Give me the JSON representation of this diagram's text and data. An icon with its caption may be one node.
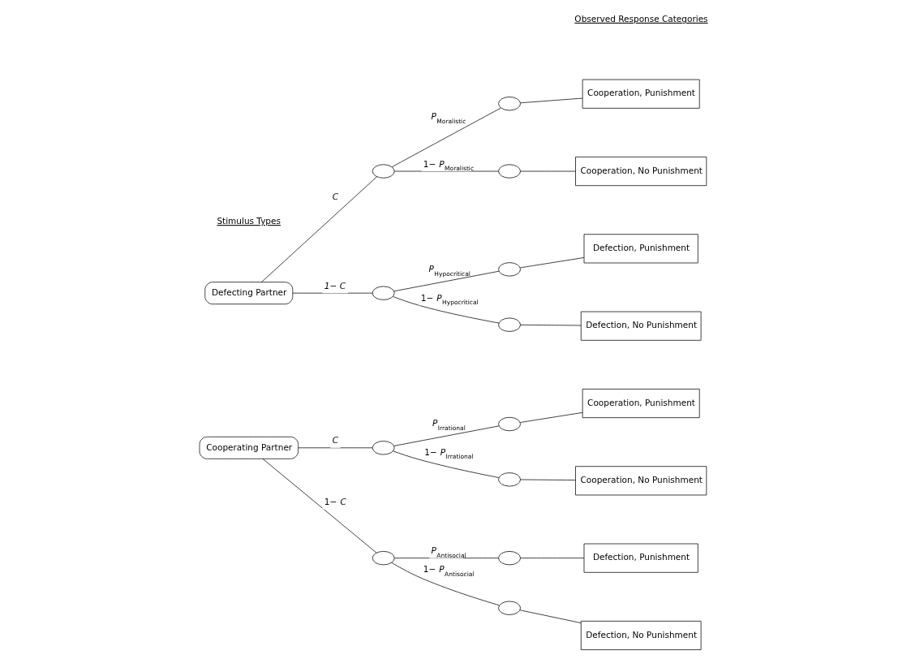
{
  "diagram": {
    "nodes": [
      {
        "text": [
          "Defecting Partner"
        ]
      },
      {
        "text": [],
        "shape": "ellipse"
      },
      {
        "text": [],
        "shape": "ellipse"
      },
      {
        "text": [
          "Cooperating Partner"
        ]
      },
      {
        "text": [],
        "shape": "ellipse"
      },
      {
        "text": [],
        "shape": "ellipse"
      },
      {
        "text": [],
        "shape": "ellipse"
      },
      {
        "text": [],
        "shape": "ellipse"
      },
      {
        "text": [],
        "shape": "ellipse"
      },
      {
        "text": [],
        "shape": "ellipse"
      },
      {
        "text": [],
        "shape": "ellipse"
      },
      {
        "text": [],
        "shape": "ellipse"
      },
      {
        "text": [],
        "shape": "ellipse"
      },
      {
        "text": [],
        "shape": "ellipse"
      },
      {
        "text": [
          "Cooperation, Punishment"
        ]
      },
      {
        "text": [
          "Cooperation, No Punishment"
        ]
      },
      {
        "text": [
          "Defection, Punishment"
        ]
      },
      {
        "text": [
          "Defection, No Punishment"
        ]
      },
      {
        "text": [
          "Cooperation, Punishment"
        ]
      },
      {
        "text": [
          "Cooperation, No Punishment"
        ]
      },
      {
        "text": [
          "Defection, Punishment"
        ]
      },
      {
        "text": [
          "Defection, No Punishment"
        ]
      }
    ],
    "edges": [
      {
        "from": 0,
        "to": 1,
        "arrow": "none",
        "label": "*C*"
      },
      {
        "from": 0,
        "to": 2,
        "arrow": "none",
        "label": "*1− C*"
      },
      {
        "from": 3,
        "to": 4,
        "arrow": "none",
        "label": "*C*"
      },
      {
        "from": 3,
        "to": 5,
        "arrow": "none",
        "label": "1− *C*"
      },
      {
        "from": 1,
        "to": 6,
        "arrow": "none",
        "label": "*P*$_{Moralistic}$"
      },
      {
        "from": 1,
        "to": 7,
        "arrow": "none",
        "label": "1− *P*$_{Moralistic}$"
      },
      {
        "from": 2,
        "to": 8,
        "arrow": "none",
        "label": "*P*$_{Hypocritical}$"
      },
      {
        "from": 2,
        "to": 9,
        "arrow": "none",
        "label": "1− *P*$_{Hypocritical}$"
      },
      {
        "from": 4,
        "to": 10,
        "arrow": "none",
        "label": "*P*$_{Irrational}$"
      },
      {
        "from": 4,
        "to": 11,
        "arrow": "none",
        "label": "1− *P*$_{Irrational}$"
      },
      {
        "from": 5,
        "to": 12,
        "arrow": "none",
        "label": "*P*$_{Antisocial}$"
      },
      {
        "from": 5,
        "to": 13,
        "arrow": "none",
        "label": "1− *P*$_{Antisocial}$"
      },
      {
        "from": 6,
        "to": 14,
        "arrow": "none"
      },
      {
        "from": 7,
        "to": 15,
        "arrow": "none"
      },
      {
        "from": 8,
        "to": 16,
        "arrow": "none"
      },
      {
        "from": 9,
        "to": 17,
        "arrow": "none"
      },
      {
        "from": 10,
        "to": 18,
        "arrow": "none"
      },
      {
        "from": 11,
        "to": 19,
        "arrow": "none"
      },
      {
        "from": 12,
        "to": 20,
        "arrow": "none"
      },
      {
        "from": 13,
        "to": 21,
        "arrow": "none"
      }
    ],
    "labels": [
      "Stimulus Types",
      "Observed Response Categories"
    ]
  }
}
